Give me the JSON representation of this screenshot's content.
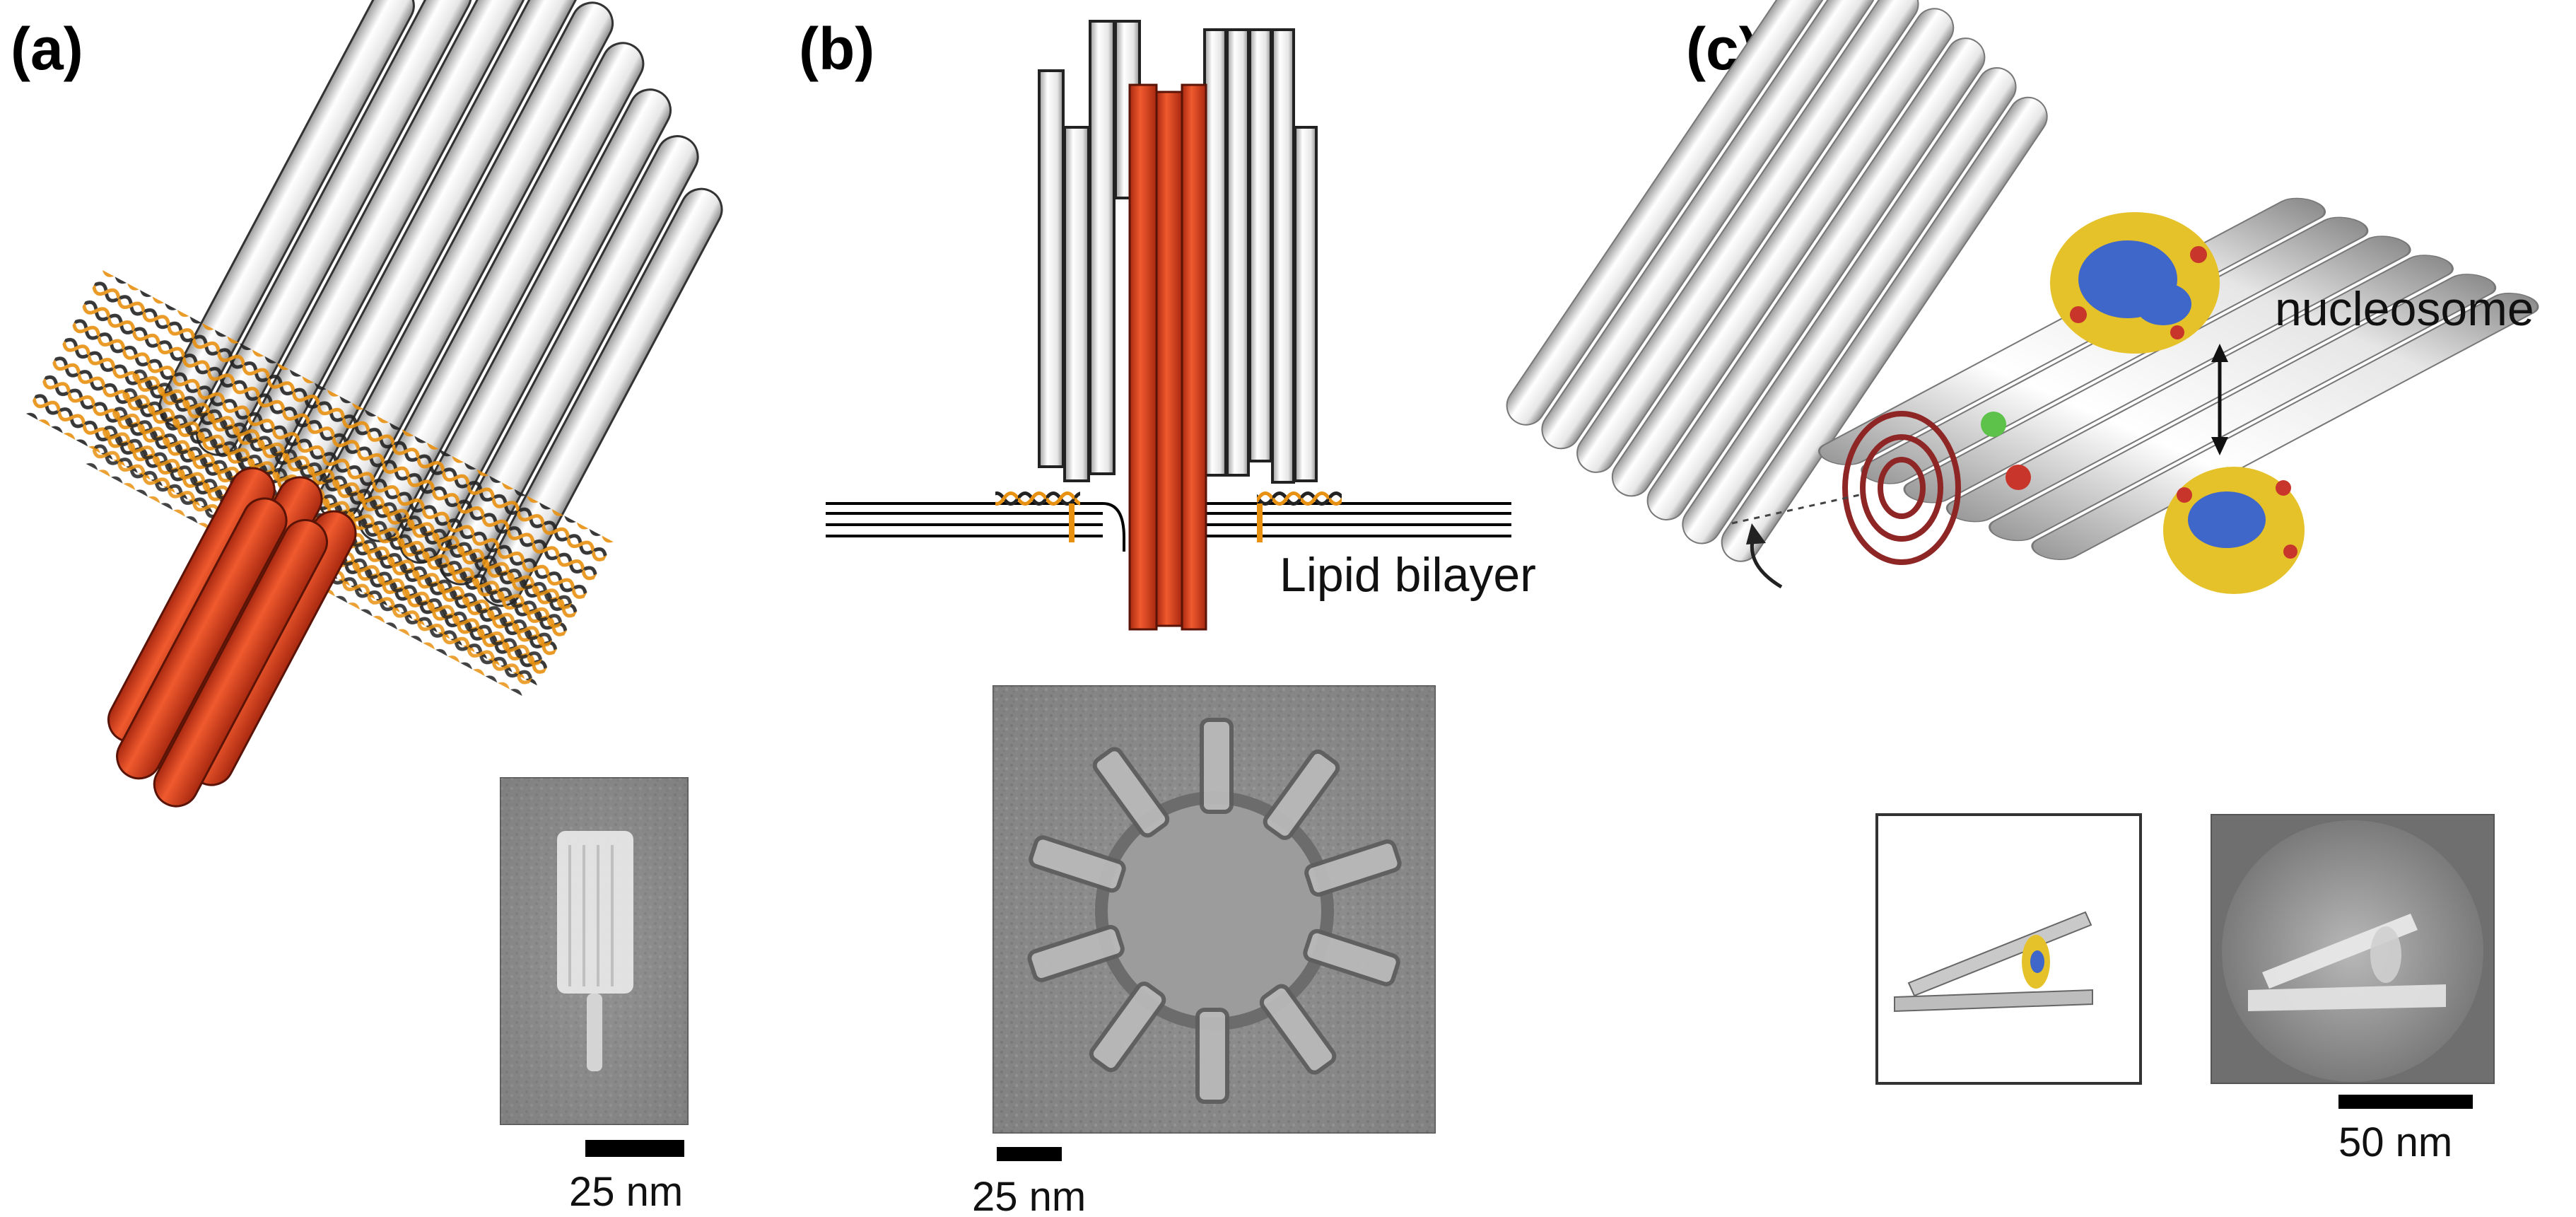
{
  "panels": [
    {
      "label": "(a)",
      "scale_bar": "25 nm"
    },
    {
      "label": "(b)",
      "annotation": "Lipid bilayer",
      "scale_bar": "25 nm"
    },
    {
      "label": "(c)",
      "annotation": "nucleosome",
      "scale_bar": "50 nm"
    }
  ],
  "colors": {
    "rod_white": "#f4f4f4",
    "rod_red": "#e0401c",
    "dna_orange": "#e8900f",
    "nucleosome_yellow": "#e6c22a",
    "nucleosome_blue": "#3f66c9",
    "marker_red": "#c8352a",
    "marker_green": "#5cc24a",
    "spring_red": "#8e2626"
  }
}
